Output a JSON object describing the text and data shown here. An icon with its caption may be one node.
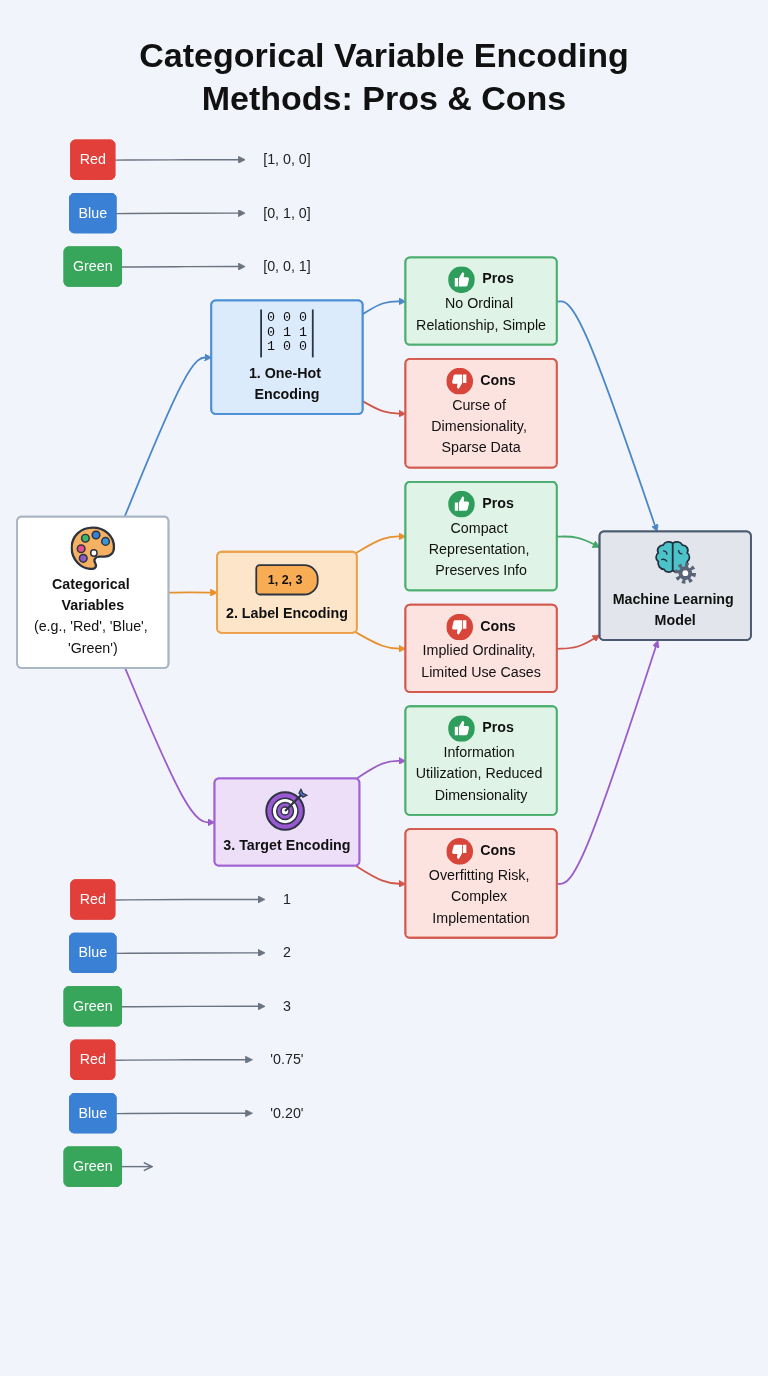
{
  "diagram": {
    "title": "Categorical Variable Encoding Methods: Pros & Cons",
    "nodes": [
      {
        "text": [
          "Categorical Variables",
          "(e.g., 'Red', 'Blue', 'Green')"
        ]
      },
      {
        "text": [
          "0 0 0 0 1 1 1 0 0",
          "1. One-Hot Encoding"
        ]
      },
      {
        "text": [
          "Pros",
          "No Ordinal Relationship, Simple"
        ]
      },
      {
        "text": [
          "Cons",
          "Curse of Dimensionality, Sparse Data"
        ]
      },
      {
        "text": [
          "Red"
        ]
      },
      {
        "text": [
          "[1, 0, 0]"
        ]
      },
      {
        "text": [
          "Blue"
        ]
      },
      {
        "text": [
          "[0, 1, 0]"
        ]
      },
      {
        "text": [
          "Green"
        ]
      },
      {
        "text": [
          "[0, 0, 1]"
        ]
      },
      {
        "text": [
          "1, 2, 3",
          "2. Label Encoding"
        ]
      },
      {
        "text": [
          "Pros",
          "Compact Representation, Preserves Info"
        ]
      },
      {
        "text": [
          "Cons",
          "Implied Ordinality, Limited Use Cases"
        ]
      },
      {
        "text": [
          "Red"
        ]
      },
      {
        "text": [
          "1"
        ]
      },
      {
        "text": [
          "Blue"
        ]
      },
      {
        "text": [
          "2"
        ]
      },
      {
        "text": [
          "Green"
        ]
      },
      {
        "text": [
          "3"
        ]
      },
      {
        "text": [
          "3. Target Encoding"
        ]
      },
      {
        "text": [
          "Pros",
          "Information Utilization, Reduced Dimensionality"
        ]
      },
      {
        "text": [
          "Cons",
          "Overfitting Risk, Complex Implementation"
        ]
      },
      {
        "text": [
          "Red"
        ]
      },
      {
        "text": [
          "'0.75'"
        ]
      },
      {
        "text": [
          "Blue"
        ]
      },
      {
        "text": [
          "'0.20'"
        ]
      },
      {
        "text": [
          "Green"
        ]
      },
      {
        "text": [
          "Machine Learning Model"
        ]
      }
    ],
    "edges": [
      {
        "from": 0,
        "to": 1,
        "arrow": "to",
        "color": "#4a86c8"
      },
      {
        "from": 0,
        "to": 10,
        "arrow": "to",
        "color": "#e8902c"
      },
      {
        "from": 0,
        "to": 19,
        "arrow": "to",
        "color": "#9b5bc9"
      },
      {
        "from": 1,
        "to": 2,
        "arrow": "to",
        "color": "#4a86c8"
      },
      {
        "from": 1,
        "to": 3,
        "arrow": "to",
        "color": "#d0564a"
      },
      {
        "from": 10,
        "to": 11,
        "arrow": "to",
        "color": "#e8902c"
      },
      {
        "from": 10,
        "to": 12,
        "arrow": "to",
        "color": "#e8902c"
      },
      {
        "from": 19,
        "to": 20,
        "arrow": "to",
        "color": "#9b5bc9"
      },
      {
        "from": 19,
        "to": 21,
        "arrow": "to",
        "color": "#d0564a"
      },
      {
        "from": 2,
        "to": 27,
        "arrow": "to",
        "color": "#4a86c8"
      },
      {
        "from": 11,
        "to": 27,
        "arrow": "to",
        "color": "#46a86a"
      },
      {
        "from": 12,
        "to": 27,
        "arrow": "to",
        "color": "#d0564a"
      },
      {
        "from": 21,
        "to": 27,
        "arrow": "to",
        "color": "#9b5bc9"
      },
      {
        "from": 4,
        "to": 5,
        "arrow": "to"
      },
      {
        "from": 6,
        "to": 7,
        "arrow": "to"
      },
      {
        "from": 8,
        "to": 9,
        "arrow": "to"
      },
      {
        "from": 13,
        "to": 14,
        "arrow": "to"
      },
      {
        "from": 15,
        "to": 16,
        "arrow": "to"
      },
      {
        "from": 17,
        "to": 18,
        "arrow": "to"
      },
      {
        "from": 22,
        "to": 23,
        "arrow": "to"
      },
      {
        "from": 24,
        "to": 25,
        "arrow": "to"
      },
      {
        "from": 26,
        "to": null,
        "arrow": "to"
      }
    ]
  }
}
